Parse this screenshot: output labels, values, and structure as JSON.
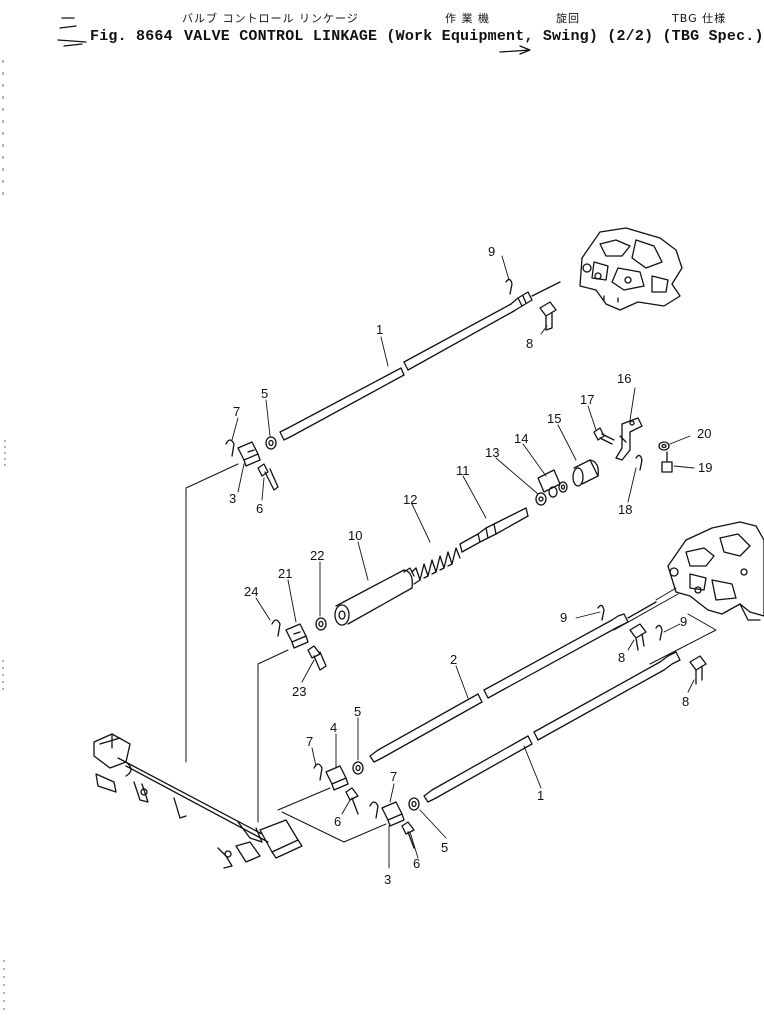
{
  "header": {
    "jp_title": "バルブ コントロール リンケージ",
    "jp_work": "作 業 機",
    "jp_swing": "旋回",
    "jp_spec": "TBG 仕様",
    "fig_label": "Fig. 8664",
    "title": "VALVE CONTROL LINKAGE (Work Equipment, Swing) (2/2) (TBG Spec.)"
  },
  "callouts": {
    "c1a": "1",
    "c1b": "1",
    "c2": "2",
    "c3a": "3",
    "c3b": "3",
    "c4": "4",
    "c5a": "5",
    "c5b": "5",
    "c5c": "5",
    "c6a": "6",
    "c6b": "6",
    "c6c": "6",
    "c7a": "7",
    "c7b": "7",
    "c7c": "7",
    "c8a": "8",
    "c8b": "8",
    "c8c": "8",
    "c9a": "9",
    "c9b": "9",
    "c9c": "9",
    "c10": "10",
    "c11": "11",
    "c12": "12",
    "c13": "13",
    "c14": "14",
    "c15": "15",
    "c16": "16",
    "c17": "17",
    "c18": "18",
    "c19": "19",
    "c20": "20",
    "c21": "21",
    "c22": "22",
    "c23": "23",
    "c24": "24"
  }
}
